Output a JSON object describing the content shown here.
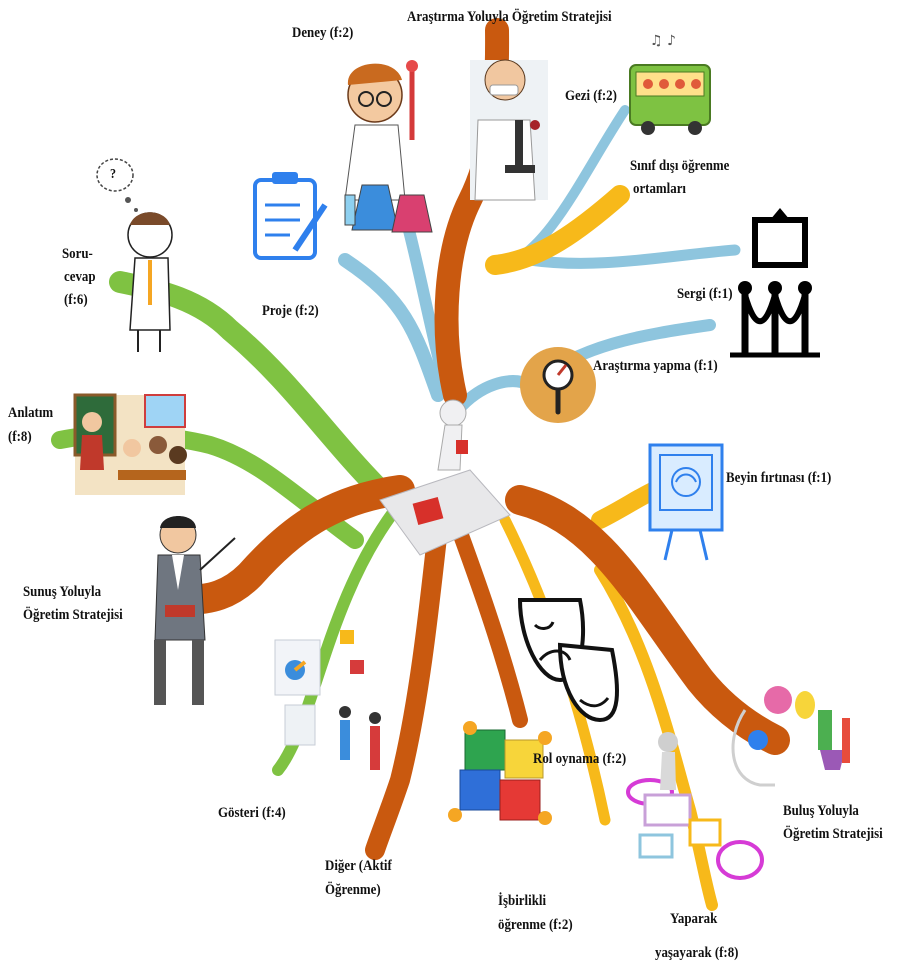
{
  "mindmap": {
    "branches": {
      "arastirma": {
        "title": "Araştırma Yoluyla Öğretim Stratejisi",
        "items": {
          "deney": "Deney  (f:2)",
          "gezi": "Gezi (f:2)",
          "sinif_disi_1": "Sınıf dışı öğrenme",
          "sinif_disi_2": "ortamları",
          "sergi": "Sergi (f:1)",
          "arastirma_yapma": "Araştırma yapma (f:1)",
          "proje": "Proje (f:2)"
        }
      },
      "bulus": {
        "title_1": "Buluş Yoluyla",
        "title_2": "Öğretim Stratejisi",
        "items": {
          "beyin": "Beyin fırtınası (f:1)",
          "rol": "Rol oynama (f:2)",
          "yaparak_1": "Yaparak",
          "yaparak_2": "yaşayarak (f:8)"
        }
      },
      "sunus": {
        "title_1": "Sunuş Yoluyla",
        "title_2": "Öğretim Stratejisi",
        "items": {
          "soru_1": "Soru-",
          "soru_2": "cevap",
          "soru_3": "(f:6)",
          "anlatim_1": "Anlatım",
          "anlatim_2": "(f:8)",
          "gosteri": "Gösteri (f:4)"
        }
      },
      "diger": {
        "title_1": "Diğer (Aktif",
        "title_2": "Öğrenme)",
        "items": {
          "isbirlikli_1": "İşbirlikli",
          "isbirlikli_2": "öğrenme (f:2)"
        }
      }
    },
    "icons": {
      "thought_bubble": "?",
      "masks": "theater-masks-icon",
      "puzzle": "puzzle-icon"
    }
  },
  "colors": {
    "trunk": "#c9590f",
    "light_blue": "#8ec5de",
    "green": "#7fc242",
    "yellow": "#f7b91a",
    "icon_blue": "#2f80ed",
    "magnifier_bg": "#e3a44a"
  }
}
